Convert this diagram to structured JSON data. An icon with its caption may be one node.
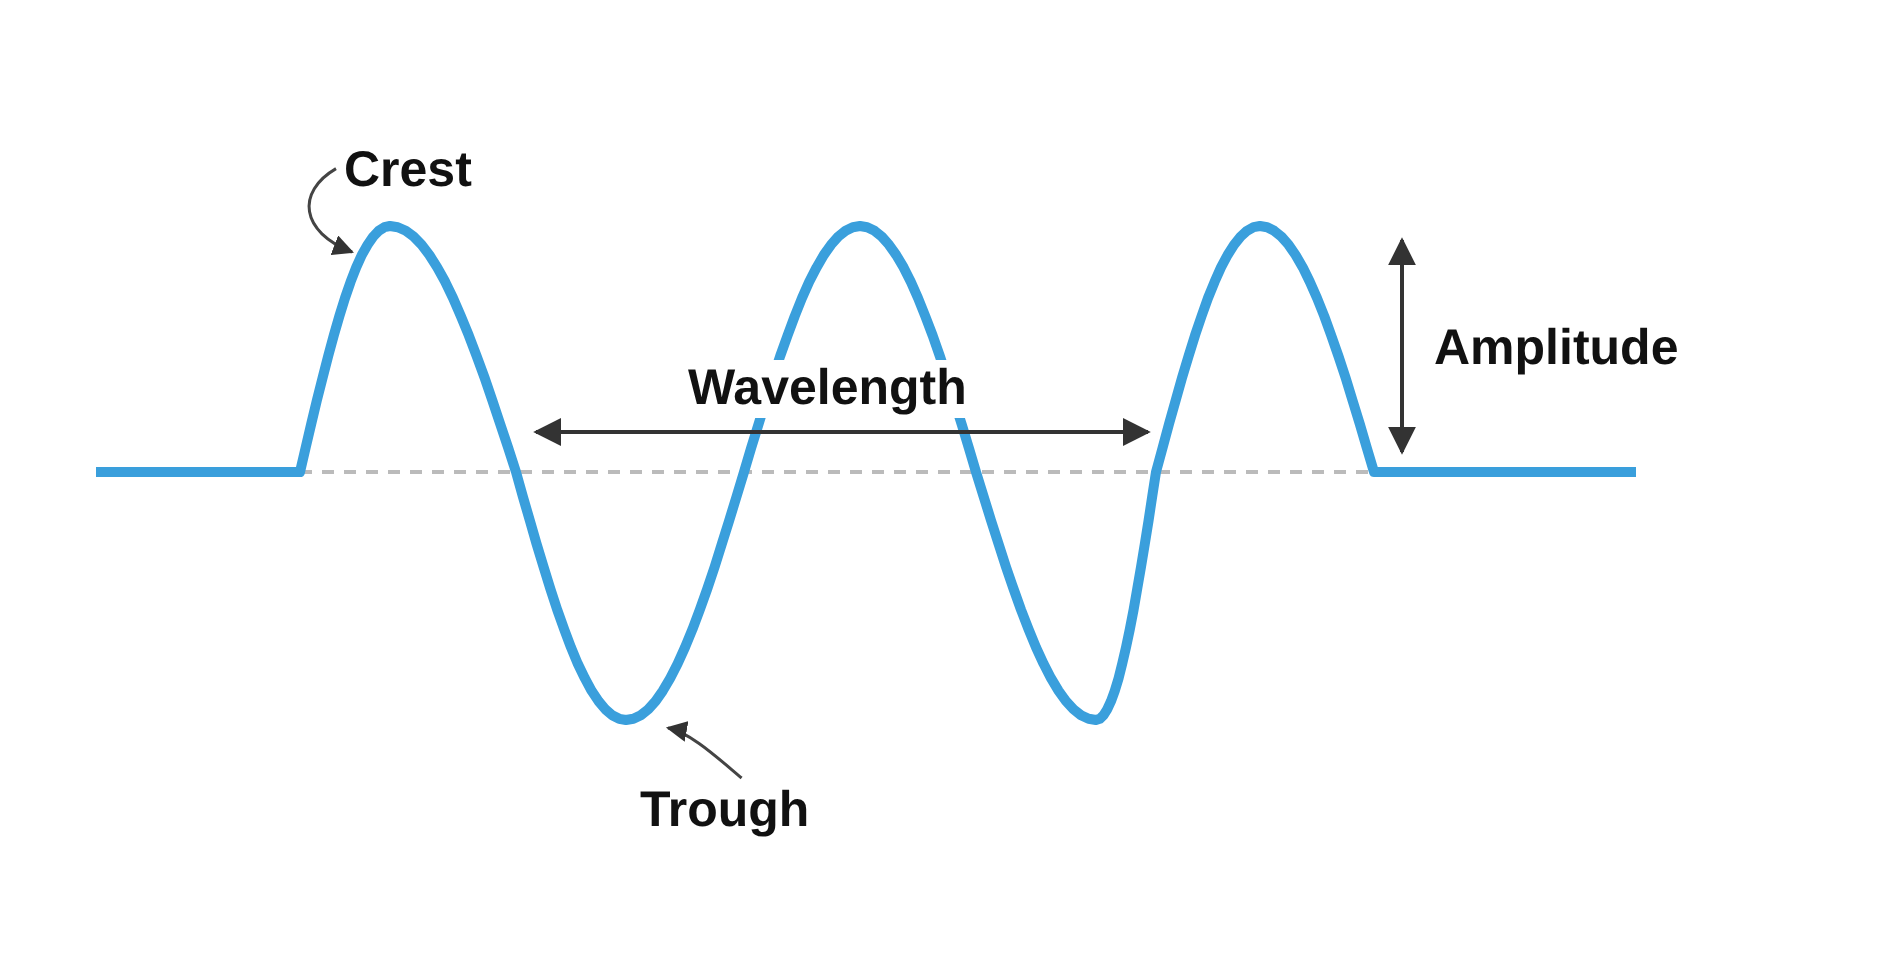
{
  "diagram": {
    "nodes": [
      {
        "text": [
          "Crest"
        ]
      },
      {
        "text": [
          "Trough"
        ]
      }
    ],
    "edges": [
      {
        "from": 0,
        "to": null,
        "arrow": "to"
      },
      {
        "from": 1,
        "to": null,
        "arrow": "to"
      }
    ],
    "labels": [
      "Wavelength",
      "Amplitude"
    ]
  }
}
